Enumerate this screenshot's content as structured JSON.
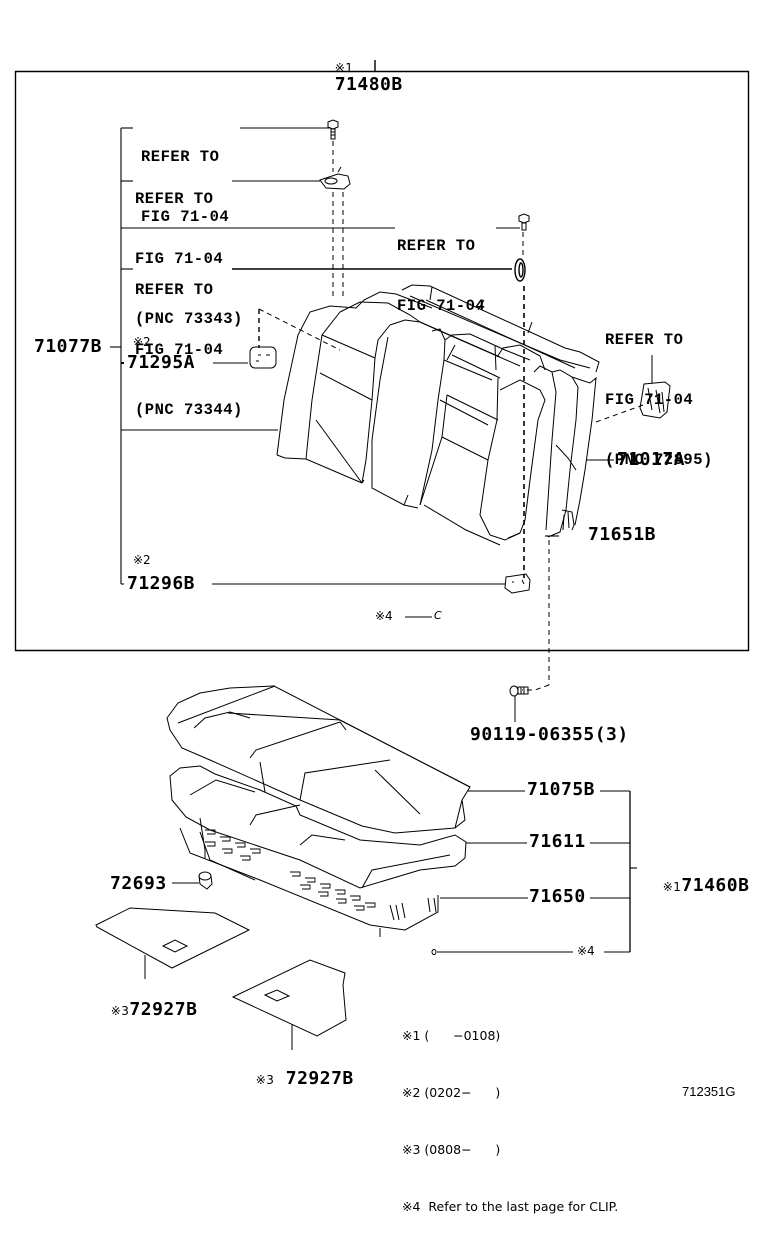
{
  "diagram": {
    "figure_number": "712351G",
    "upper_assembly": {
      "marker": "※1",
      "part_number": "71480B"
    },
    "lower_assembly": {
      "marker": "※1",
      "part_number": "71460B"
    },
    "callouts": {
      "refer_bolt_top": [
        "REFER TO",
        "FIG 71-04"
      ],
      "refer_hinge_73343": [
        "REFER TO",
        "FIG 71-04",
        "(PNC 73343)"
      ],
      "refer_bolt_right": [
        "REFER TO",
        "FIG 71-04"
      ],
      "refer_ring_73344": [
        "REFER TO",
        "FIG 71-04",
        "(PNC 73344)"
      ],
      "refer_lock_72895": [
        "REFER TO",
        "FIG 71-04",
        "(PNC 72895)"
      ]
    },
    "parts": {
      "seatback_frame": "71077B",
      "cover_71295a": {
        "marker": "※2",
        "part_number": "71295A"
      },
      "cover_71296b": {
        "marker": "※2",
        "part_number": "71296B"
      },
      "side_cover": "71017A",
      "pad_71651b": "71651B",
      "clip_note": {
        "marker": "※4",
        "symbol": "C"
      },
      "bolt": "90119-06355(3)",
      "cushion_cover": "71075B",
      "cushion_pad": "71611",
      "cushion_frame": "71650",
      "lower_clip_marker": "※4",
      "clip_72693": "72693",
      "mat_1": {
        "marker": "※3",
        "part_number": "72927B"
      },
      "mat_2": {
        "marker": "※3",
        "part_number": "72927B"
      }
    },
    "notes": [
      "※1 (      −0108)",
      "※2 (0202−      )",
      "※3 (0808−      )",
      "※4  Refer to the last page for CLIP."
    ]
  }
}
